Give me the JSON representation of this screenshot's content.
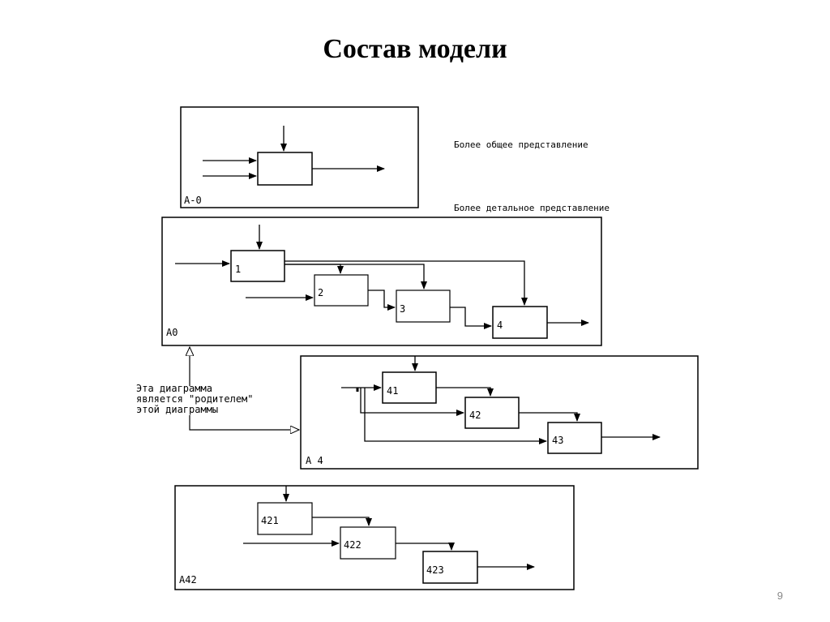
{
  "slide": {
    "title": "Состав модели",
    "page_number": "9"
  },
  "notes": {
    "general": "Более общее представление",
    "detailed": "Более детальное представление",
    "parent": [
      "Эта диаграмма",
      "является \"родителем\"",
      "этой диаграммы"
    ]
  },
  "diagrams": {
    "a_minus_0": {
      "label": "А-0"
    },
    "a0": {
      "label": "А0",
      "boxes": [
        "1",
        "2",
        "3",
        "4"
      ]
    },
    "a4": {
      "label": "А 4",
      "boxes": [
        "41",
        "42",
        "43"
      ]
    },
    "a42": {
      "label": "А42",
      "boxes": [
        "421",
        "422",
        "423"
      ]
    }
  }
}
